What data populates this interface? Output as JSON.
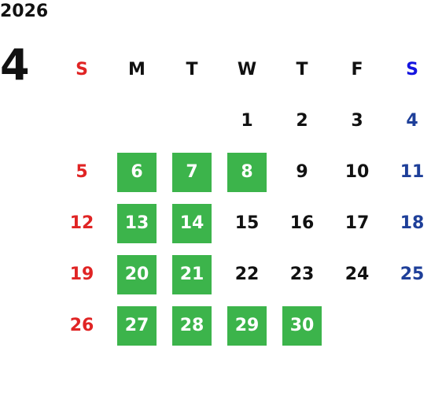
{
  "year": "2026",
  "month": "4",
  "colors": {
    "sunday": "#e02424",
    "saturday": "#1e3f99",
    "saturday_header": "#1515e0",
    "weekday": "#111111",
    "highlight_bg": "#3cb44b",
    "highlight_text": "#ffffff"
  },
  "weekdays": [
    "S",
    "M",
    "T",
    "W",
    "T",
    "F",
    "S"
  ],
  "weeks": [
    [
      null,
      null,
      null,
      "1",
      "2",
      "3",
      "4"
    ],
    [
      "5",
      "6",
      "7",
      "8",
      "9",
      "10",
      "11"
    ],
    [
      "12",
      "13",
      "14",
      "15",
      "16",
      "17",
      "18"
    ],
    [
      "19",
      "20",
      "21",
      "22",
      "23",
      "24",
      "25"
    ],
    [
      "26",
      "27",
      "28",
      "29",
      "30",
      null,
      null
    ]
  ],
  "highlighted": [
    "6",
    "7",
    "8",
    "13",
    "14",
    "20",
    "21",
    "27",
    "28",
    "29",
    "30"
  ]
}
